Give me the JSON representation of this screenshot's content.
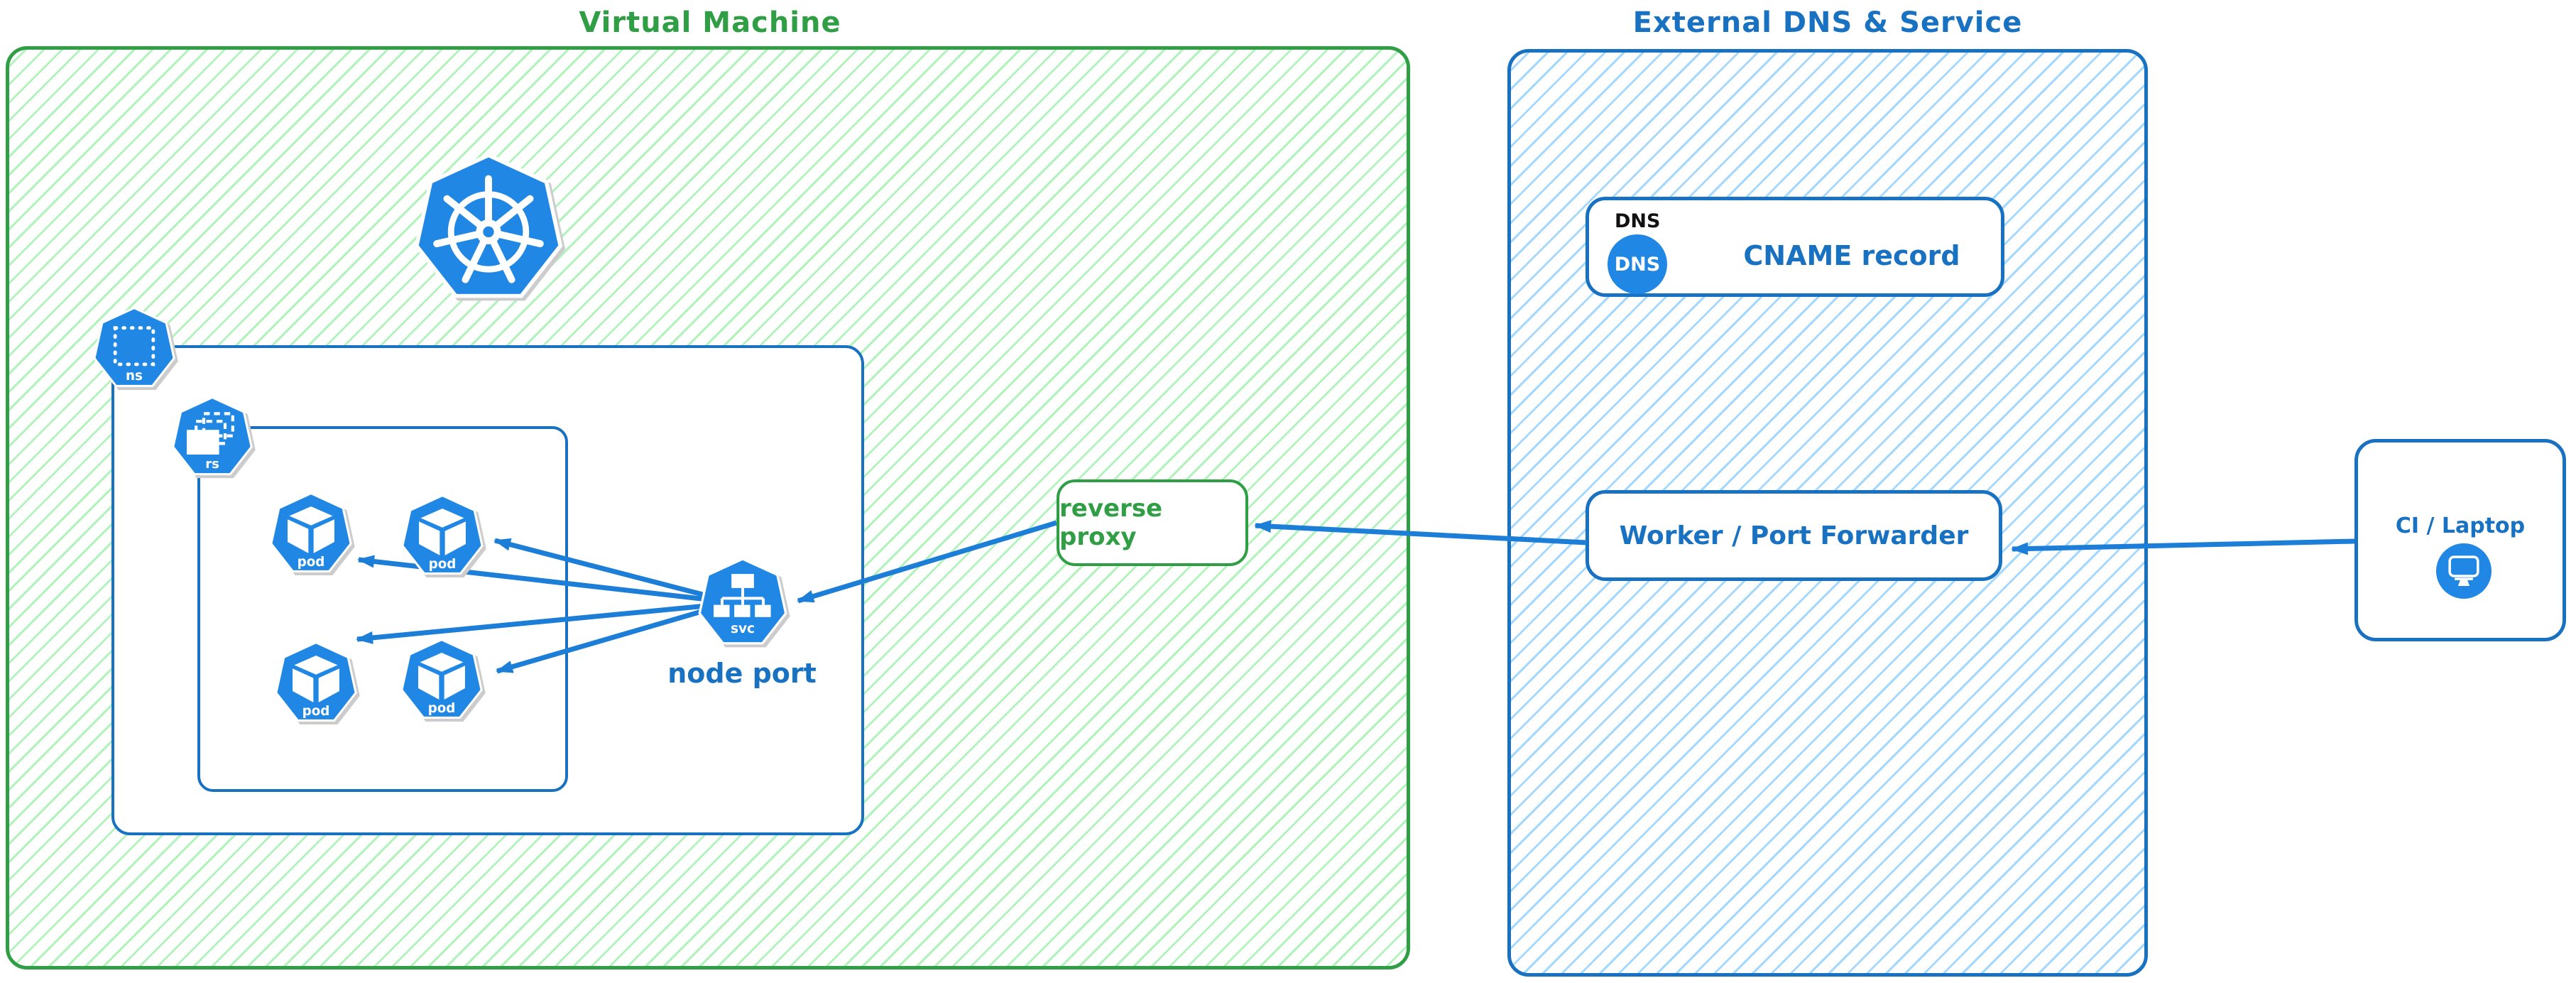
{
  "diagram": {
    "vm": {
      "title": "Virtual Machine",
      "namespace_badge": "ns",
      "replicaset_badge": "rs",
      "pods": [
        {
          "label": "pod"
        },
        {
          "label": "pod"
        },
        {
          "label": "pod"
        },
        {
          "label": "pod"
        }
      ],
      "service": {
        "badge": "svc",
        "caption": "node port"
      },
      "reverse_proxy": {
        "label": "reverse proxy"
      }
    },
    "external": {
      "title": "External DNS & Service",
      "dns_card": {
        "tag": "DNS",
        "icon_text": "DNS",
        "label": "CNAME record"
      },
      "worker_card": {
        "label": "Worker / Port Forwarder"
      }
    },
    "client_card": {
      "label": "CI / Laptop"
    },
    "colors": {
      "green": "#2f9e44",
      "green_hatch": "#b2f2bb",
      "blue": "#1971c2",
      "blue_hatch": "#a5d8ff",
      "icon_blue": "#2088e4",
      "arrow_blue": "#1c7ed6"
    }
  }
}
